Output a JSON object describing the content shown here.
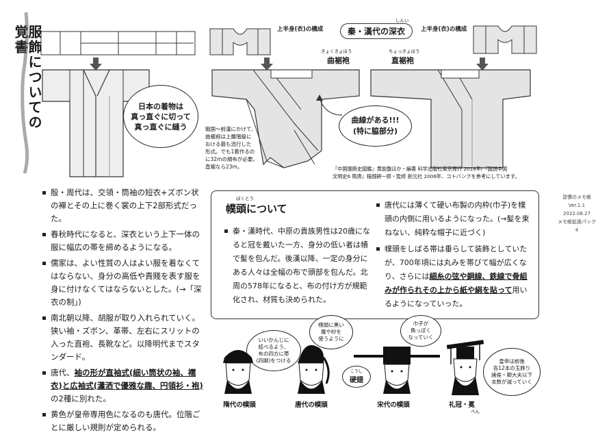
{
  "vertical_title": "服飾についての覚書",
  "kimono_bubble": [
    "日本の着物は",
    "真っ直ぐに切って",
    "真っ直ぐに縫う"
  ],
  "upper_label_center": "上半身(衣)の構成",
  "upper_label_right": "上半身(衣)の構成",
  "qin_han_title": "秦・漢代の深衣",
  "qin_han_title_ruby": "しんい",
  "quju_label": "曲裾袍",
  "quju_ruby": "きょくきょほう",
  "zhiju_label": "直裾袍",
  "zhiju_ruby": "ちょっきょほう",
  "curve_bubble": [
    "曲線がある!!!",
    "(特に脇部分)"
  ],
  "warring_note": [
    "戦国〜前漢にかけて、",
    "曲裾袍は上層階級に",
    "おける最も流行した",
    "形式。でも1着作るの",
    "に32mの絹布が必要。",
    "直裾なら23m。"
  ],
  "reference": [
    "『中国服飾史図鑑』黄能馥ほか・編著 科学出版社東京発行 2018年/『図説中国",
    "文明史6 隋唐』稲畑耕一郎・監修 創元社 2006年、コトバンクを参考にしています。"
  ],
  "meta": [
    "習慣のメモ帳",
    "Ver.1.1",
    "2022.08.27",
    "メモ帳拡張パック",
    "4"
  ],
  "left_bullets": [
    [
      {
        "t": "殷・周代は、交領・筒袖の短衣+ズボン状の襌とその上に巻く裳の上下2部形式だった。"
      }
    ],
    [
      {
        "t": "春秋時代になると、深衣という上下一体の服に幅広の帯を締めるようになる。"
      }
    ],
    [
      {
        "t": "儒家は、よい性質の人はよい服を着なくてはならない、身分の高低や貴賤を表す服を身に付けなくてはならないとした。(→「深衣の制」)"
      }
    ],
    [
      {
        "t": "南北朝以降、胡服が取り入れられていく。狭い袖・ズボン、革帯、左右にスリットの入った直袍、長靴など。以降明代までスタンダード。"
      }
    ],
    [
      {
        "t": "唐代、"
      },
      {
        "t": "袖の形が直袖式(細い筒状の袖、襦衣)と広袖式(瀟洒で優雅な趣、円領衫・袍)",
        "e": true
      },
      {
        "t": "の2種に別れた。"
      }
    ],
    [
      {
        "t": "黄色が皇帝専用色になるのも唐代。位階ごとに厳しい規則が定められる。"
      }
    ]
  ],
  "futou_title": "幞頭について",
  "futou_title_ruby": "ぼくとう",
  "box_left_bullets": [
    [
      {
        "t": "秦・漢時代、中原の貴族男性は20歳になると冠を戴いた一方、身分の低い者は幘で髪を包んだ。後漢以降、一定の身分にある人々は全幅の布で頭部を包んだ。北周の578年になると、布の付け方が規範化され、材質も決められた。"
      }
    ]
  ],
  "box_right_bullets": [
    [
      {
        "t": "唐代には薄くて硬い布製の内枠(巾子)を幞頭の内側に用いるようになった。(→髪を束ねない、純粋な帽子に近づく)"
      }
    ],
    [
      {
        "t": "幞頭をしばる帯は垂らして装飾としていたが、700年頃には丸みを帯びて幅が広くなり、さらには"
      },
      {
        "t": "細糸の弦や銅線、鉄線で骨組みが作られその上から紙や絹を貼って",
        "e": true
      },
      {
        "t": "用いるようになっていった。"
      }
    ]
  ],
  "heads": {
    "sui_bubble": [
      "いいかんじに",
      "結べるよう、",
      "布の四方に帯",
      "(四脚)をつける"
    ],
    "tang_bubble": [
      "幞頭に黒い",
      "羅や紗を",
      "使うように"
    ],
    "song_bubble": [
      "巾子が",
      "角っぽく",
      "なっていく"
    ],
    "liguan_bubble": [
      "皇帝は前後",
      "各12本の玉飾り",
      "諸侯・卿大夫以下",
      "本数が減っていく"
    ],
    "yingjiao": "硬翅",
    "yingjiao_ruby": "こうし",
    "labels": [
      "隋代の幞頭",
      "唐代の幞頭",
      "宋代の幞頭",
      "礼冠・冕"
    ],
    "mian_ruby": "べん"
  }
}
